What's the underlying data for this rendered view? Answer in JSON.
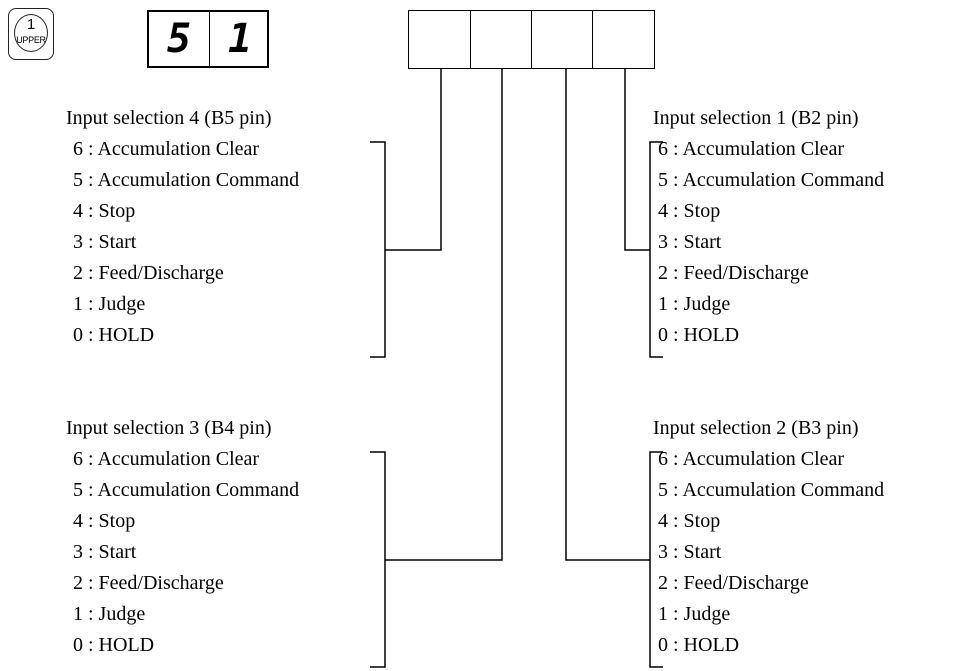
{
  "key": {
    "number": "1",
    "label": "UPPER"
  },
  "display": {
    "digits": [
      "5",
      "1"
    ]
  },
  "setting_digits": [
    "",
    "",
    "",
    ""
  ],
  "groups": {
    "input4": {
      "title": "Input selection 4 (B5 pin)",
      "options": [
        "6 : Accumulation Clear",
        "5 : Accumulation Command",
        "4 : Stop",
        "3 : Start",
        "2 : Feed/Discharge",
        "1 : Judge",
        "0 : HOLD"
      ]
    },
    "input3": {
      "title": "Input selection 3 (B4 pin)",
      "options": [
        "6 : Accumulation Clear",
        "5 : Accumulation Command",
        "4 : Stop",
        "3 : Start",
        "2 : Feed/Discharge",
        "1 : Judge",
        "0 : HOLD"
      ]
    },
    "input1": {
      "title": "Input selection 1 (B2 pin)",
      "options": [
        "6 : Accumulation Clear",
        "5 : Accumulation Command",
        "4 : Stop",
        "3 : Start",
        "2 : Feed/Discharge",
        "1 : Judge",
        "0 : HOLD"
      ]
    },
    "input2": {
      "title": "Input selection 2 (B3 pin)",
      "options": [
        "6 : Accumulation Clear",
        "5 : Accumulation Command",
        "4 : Stop",
        "3 : Start",
        "2 : Feed/Discharge",
        "1 : Judge",
        "0 : HOLD"
      ]
    }
  }
}
